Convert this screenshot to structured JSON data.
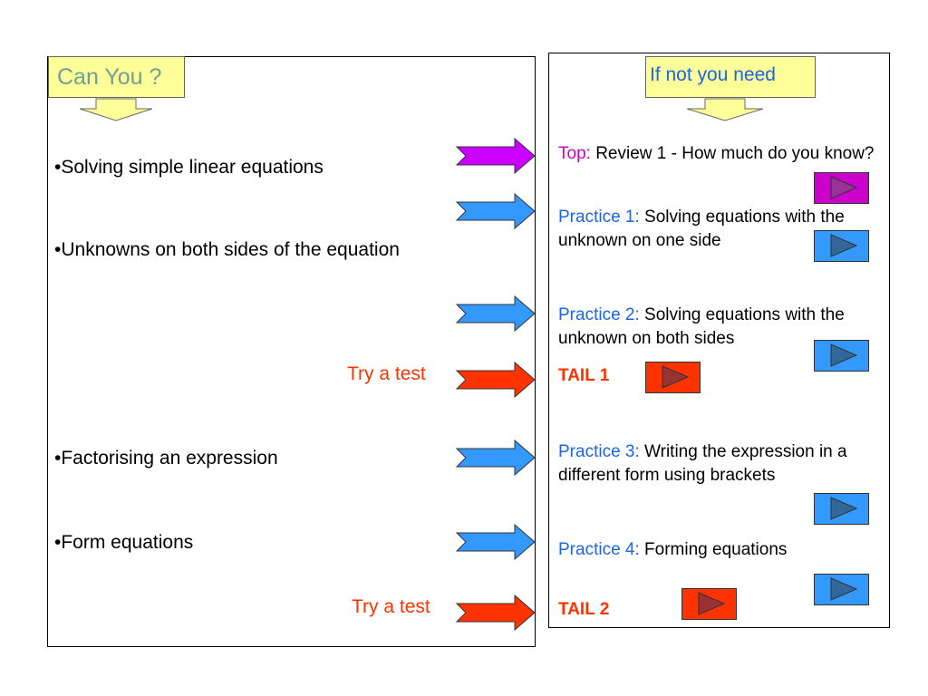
{
  "left": {
    "header": "Can You ?",
    "items": [
      "•Solving simple linear equations",
      "•Unknowns on both sides of the equation",
      "•Factorising an expression",
      "•Form equations"
    ],
    "try_test_1": "Try a test",
    "try_test_2": "Try a test"
  },
  "right": {
    "header": "If not you need",
    "top_label": "Top:",
    "top_text": " Review 1 -  How much do you know?",
    "practice1_label": "Practice 1:",
    "practice1_text": " Solving equations with the unknown on one side",
    "practice2_label": "Practice 2:",
    "practice2_text": " Solving equations with the unknown on both sides",
    "tail1": "TAIL 1",
    "practice3_label": "Practice 3:",
    "practice3_text": " Writing the expression in a different form using brackets",
    "practice4_label": "Practice 4:",
    "practice4_text": " Forming equations",
    "tail2": "TAIL 2"
  },
  "colors": {
    "header_bg": "#ffff99",
    "magenta": "#cc00ff",
    "blue": "#3399ff",
    "red": "#ff3300",
    "play_btn_magenta": "#cc00cc",
    "play_btn_blue": "#3399ff",
    "play_btn_red": "#ff3300"
  },
  "icons": {
    "arrow": "chevron-arrow-right-icon",
    "down_arrow": "arrow-down-icon",
    "play": "play-triangle-icon"
  }
}
